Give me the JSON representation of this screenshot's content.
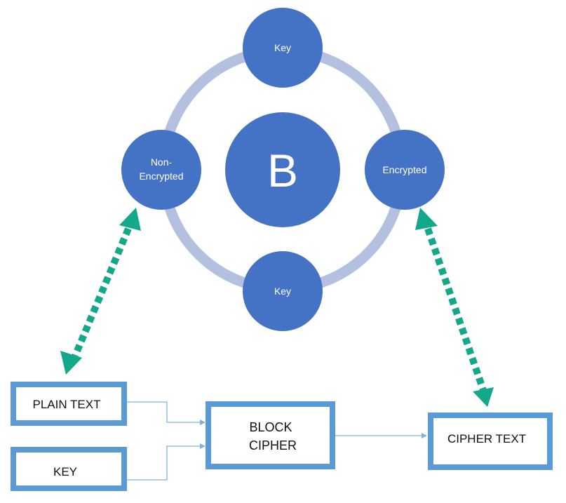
{
  "cycle": {
    "center_label": "B",
    "nodes": {
      "top": "Key",
      "right": "Encrypted",
      "bottom": "Key",
      "left_line1": "Non-",
      "left_line2": "Encrypted"
    }
  },
  "flow": {
    "plain_text": "PLAIN TEXT",
    "key": "KEY",
    "block_cipher_line1": "BLOCK",
    "block_cipher_line2": "CIPHER",
    "cipher_text": "CIPHER TEXT"
  },
  "colors": {
    "node_fill": "#4472C4",
    "ring": "#B4C0E0",
    "box_border": "#5B9BD5",
    "connector": "#7FB0E0",
    "dashed_arrow": "#13A88A"
  }
}
